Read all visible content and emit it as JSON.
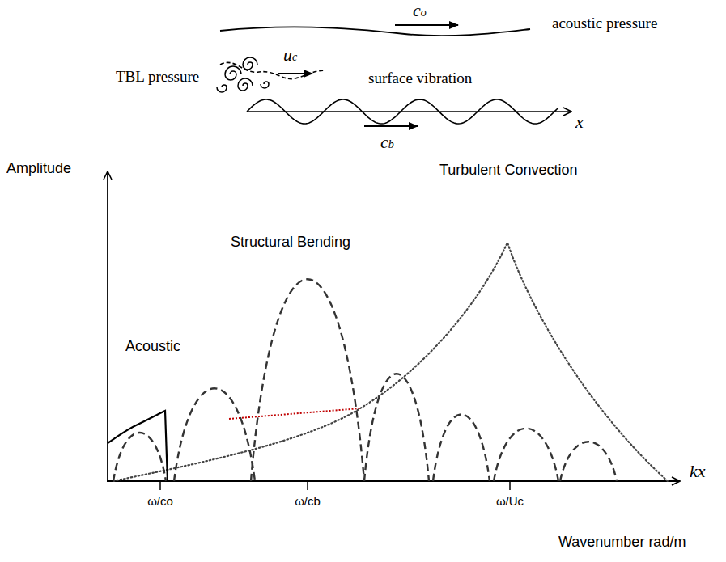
{
  "diagram": {
    "labels": [
      "co",
      "acoustic pressure",
      "uc",
      "TBL pressure",
      "surface vibration",
      "x",
      "cb",
      "Amplitude",
      "Turbulent Convection",
      "Structural Bending",
      "Acoustic",
      "ω/co",
      "ω/cb",
      "ω/Uc",
      "kx",
      "Wavenumber rad/m"
    ]
  }
}
